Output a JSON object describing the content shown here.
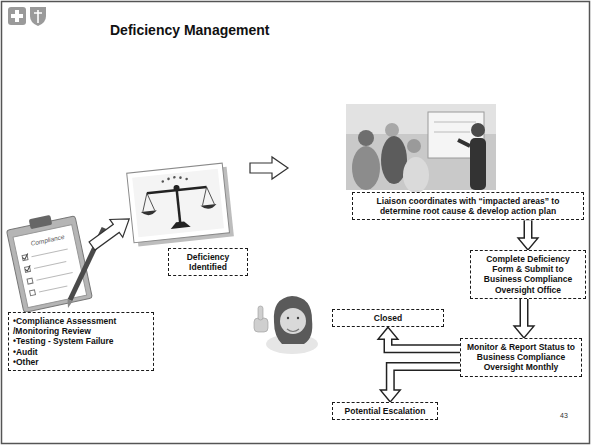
{
  "diagram": {
    "title": "Deficiency Management",
    "nodes": [
      {
        "text": [
          "•Compliance Assessment /Monitoring Review",
          "•Testing - System Failure",
          "•Audit",
          "•Other"
        ]
      },
      {
        "text": [
          "Deficiency Identified"
        ]
      },
      {
        "text": [
          "Liaison coordinates with “impacted areas” to determine root cause & develop action plan"
        ]
      },
      {
        "text": [
          "Complete Deficiency Form & Submit to Business Compliance Oversight Office"
        ]
      },
      {
        "text": [
          "Monitor & Report Status to Business Compliance Oversight Monthly"
        ]
      },
      {
        "text": [
          "Closed"
        ]
      },
      {
        "text": [
          "Potential Escalation"
        ]
      }
    ],
    "edges": [
      {
        "from": 2,
        "to": 3,
        "arrow": "to"
      },
      {
        "from": 3,
        "to": 4,
        "arrow": "to"
      },
      {
        "from": 4,
        "to": 5,
        "arrow": "to"
      },
      {
        "from": 4,
        "to": 6,
        "arrow": "to"
      }
    ],
    "labels": [
      "Compliance",
      "43"
    ]
  }
}
